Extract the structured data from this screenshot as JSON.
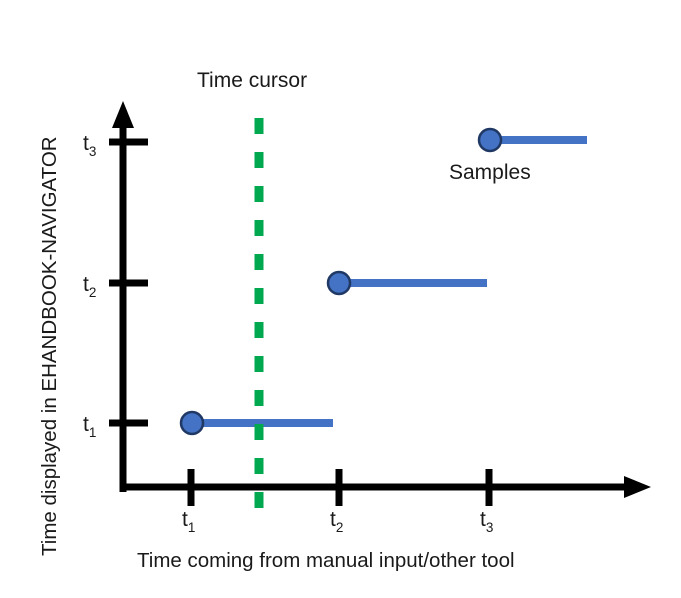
{
  "figure": {
    "background": "#ffffff",
    "axis_color": "#000000",
    "sample_color": "#4472C4",
    "sample_edge_color": "#1F3864",
    "cursor_color": "#00A94F",
    "text_color": "#1a1a1a"
  },
  "axes": {
    "y": {
      "label": "Time displayed in EHANDBOOK-NAVIGATOR",
      "ticks": [
        {
          "base": "t",
          "sub": "1"
        },
        {
          "base": "t",
          "sub": "2"
        },
        {
          "base": "t",
          "sub": "3"
        }
      ]
    },
    "x": {
      "label": "Time coming from manual input/other tool",
      "ticks": [
        {
          "base": "t",
          "sub": "1"
        },
        {
          "base": "t",
          "sub": "2"
        },
        {
          "base": "t",
          "sub": "3"
        }
      ]
    }
  },
  "annotations": {
    "time_cursor": "Time cursor",
    "samples": "Samples"
  },
  "chart_data": {
    "type": "line",
    "title": "",
    "xlabel": "Time coming from manual input/other tool",
    "ylabel": "Time displayed in EHANDBOOK-NAVIGATOR",
    "style": "step-hold (zero-order hold) sample markers",
    "grid": false,
    "legend": "none",
    "x_tick_labels": [
      "t1",
      "t2",
      "t3"
    ],
    "y_tick_labels": [
      "t1",
      "t2",
      "t3"
    ],
    "series": [
      {
        "name": "Samples",
        "marker": "filled circle",
        "points": [
          {
            "x": "t1",
            "y": "t1",
            "hold_to_x": "t2"
          },
          {
            "x": "t2",
            "y": "t2",
            "hold_to_x": "t3"
          },
          {
            "x": "t3",
            "y": "t3",
            "hold_to_x": "end"
          }
        ]
      }
    ],
    "vertical_markers": [
      {
        "name": "Time cursor",
        "style": "dashed",
        "color": "#00A94F",
        "between": "t1 and t2"
      }
    ]
  }
}
